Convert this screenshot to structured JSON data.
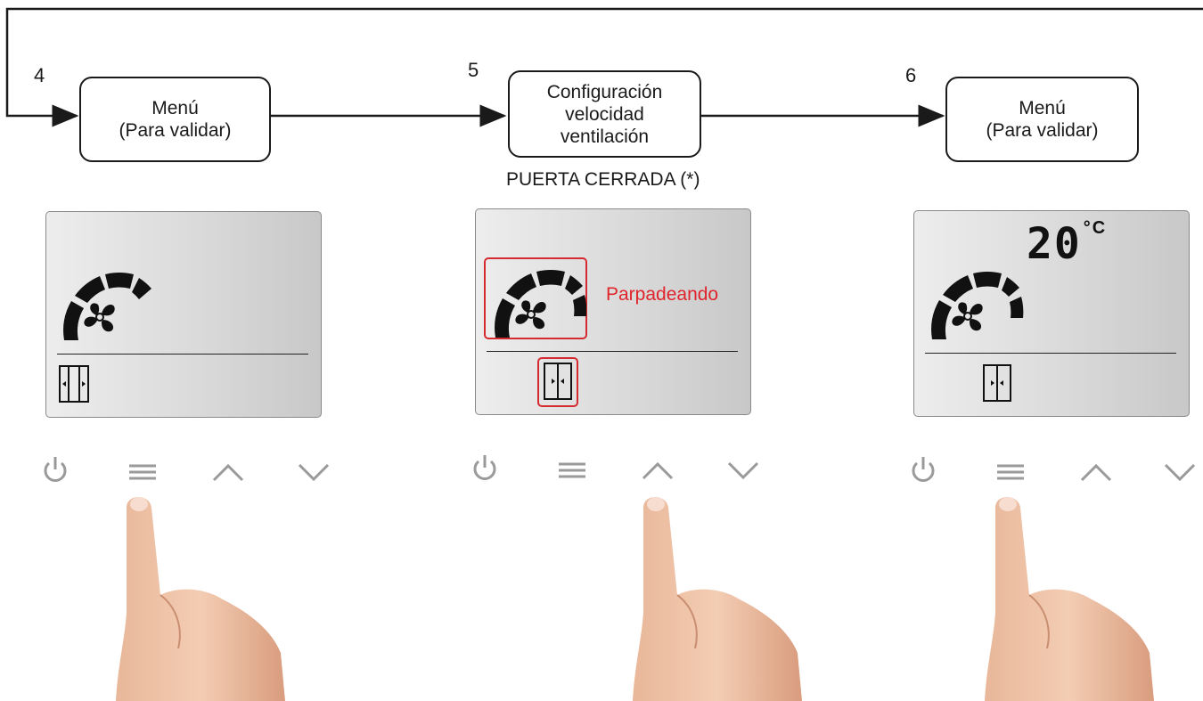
{
  "steps": [
    {
      "number": "4",
      "lines": [
        "Menú",
        "(Para validar)"
      ]
    },
    {
      "number": "5",
      "lines": [
        "Configuración",
        "velocidad",
        "ventilación"
      ]
    },
    {
      "number": "6",
      "lines": [
        "Menú",
        "(Para validar)"
      ]
    }
  ],
  "note": "PUERTA CERRADA (*)",
  "blink_label": "Parpadeando",
  "temperature": {
    "value": "20",
    "unit": "°C"
  },
  "icons": [
    "power-icon",
    "menu-icon",
    "chevron-up-icon",
    "chevron-down-icon",
    "fan-icon",
    "door-open-icon",
    "door-closed-icon",
    "finger-icon"
  ],
  "colors": {
    "highlight": "#d42a30",
    "blink_text": "#e0242b",
    "button_gray": "#9a9a9a"
  },
  "pressed_buttons": [
    "menu",
    "up",
    "menu"
  ]
}
